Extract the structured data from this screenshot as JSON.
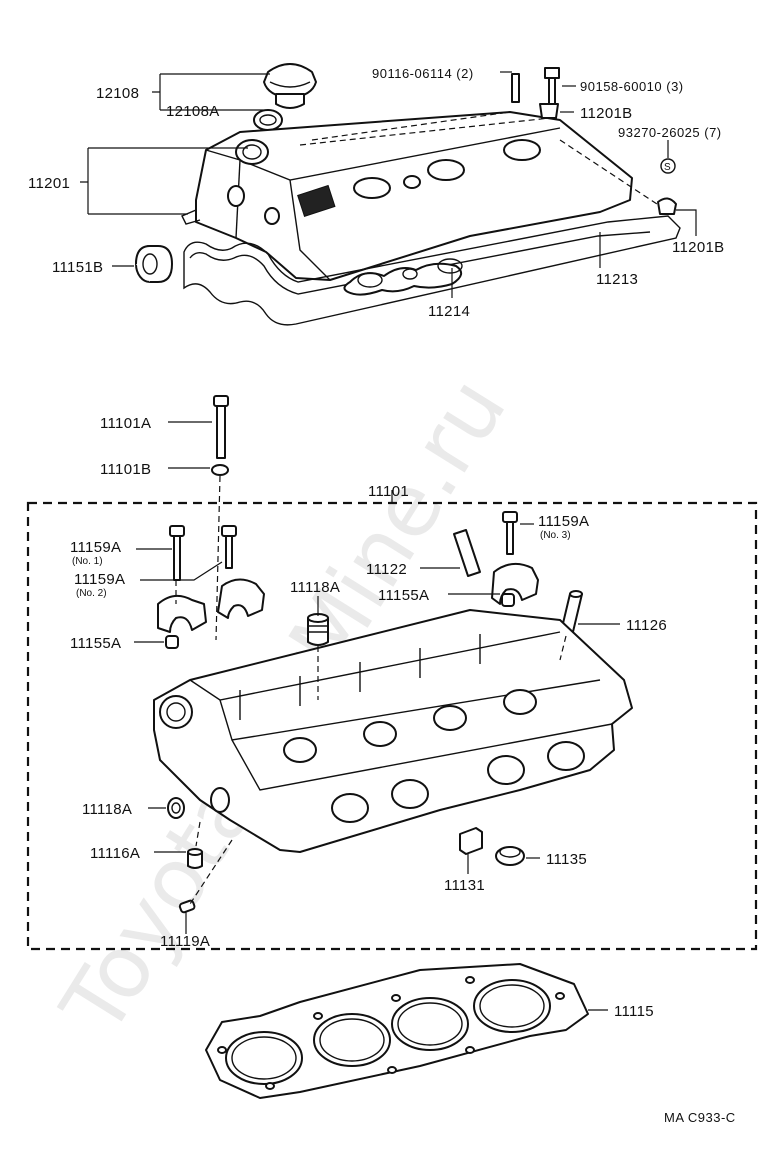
{
  "watermark": "ToyotaCarMine.ru",
  "diagram_code": "MA C933-C",
  "callouts": {
    "c12108": "12108",
    "c12108a": "12108A",
    "c90116": "90116-06114 (2)",
    "c90158": "90158-60010 (3)",
    "c11201b_top": "11201B",
    "c93270": "93270-26025 (7)",
    "c11201": "11201",
    "c11201b_right": "11201B",
    "c11151b": "11151B",
    "c11213": "11213",
    "c11214": "11214",
    "c11101a": "11101A",
    "c11101b": "11101B",
    "c11101": "11101",
    "c11159a_no1": "11159A",
    "c11159a_no1_sub": "(No. 1)",
    "c11159a_no2": "11159A",
    "c11159a_no2_sub": "(No. 2)",
    "c11159a_no3": "11159A",
    "c11159a_no3_sub": "(No. 3)",
    "c11122": "11122",
    "c11155a_right": "11155A",
    "c11118a_top": "11118A",
    "c11126": "11126",
    "c11155a_left": "11155A",
    "c11118a_left": "11118A",
    "c11116a": "11116A",
    "c11135": "11135",
    "c11131": "11131",
    "c11119a": "11119A",
    "c11115": "11115",
    "s_symbol": "S"
  }
}
